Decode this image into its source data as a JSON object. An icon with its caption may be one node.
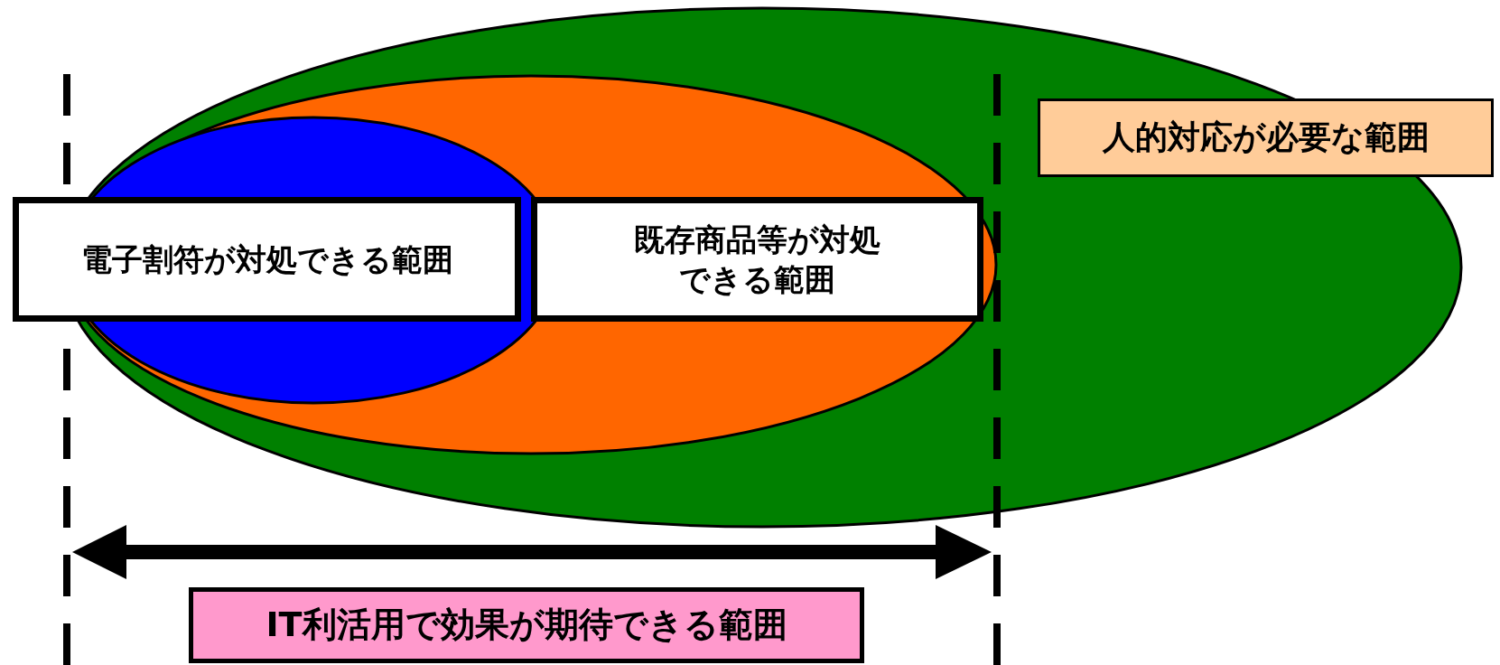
{
  "diagram": {
    "nodes": [
      {
        "text": [
          "電子割符が対処できる範囲"
        ]
      },
      {
        "text": [
          "既存商品等が対処できる範囲"
        ]
      },
      {
        "text": [
          "人的対応が必要な範囲"
        ]
      },
      {
        "text": [
          "IT利活用で効果が期待できる範囲"
        ]
      }
    ],
    "edges": []
  }
}
